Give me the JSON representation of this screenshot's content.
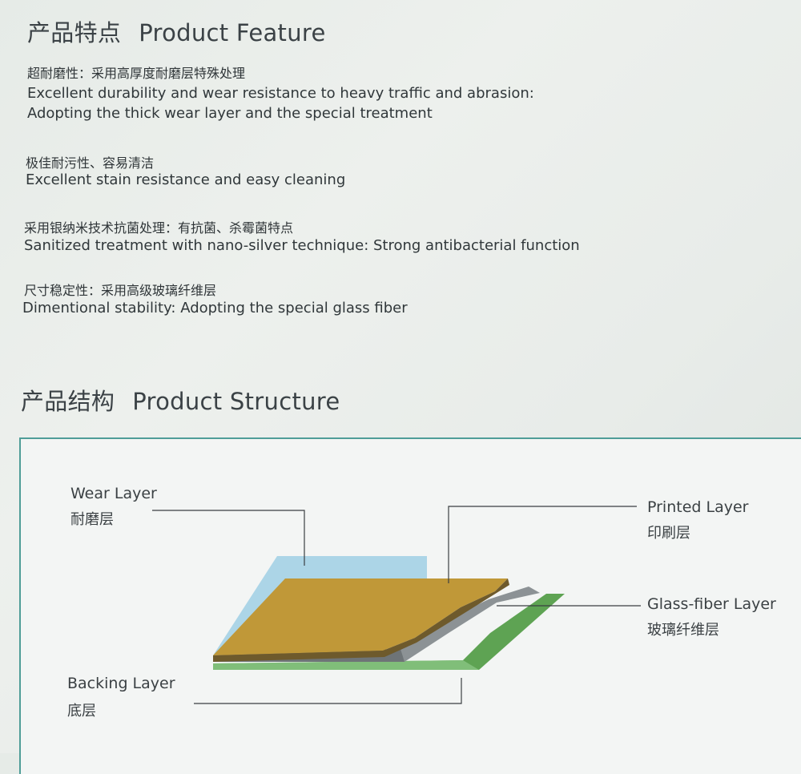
{
  "feature": {
    "title_zh": "产品特点",
    "title_en": "Product Feature",
    "items": [
      {
        "zh": "超耐磨性：采用高厚度耐磨层特殊处理",
        "en": [
          "Excellent durability and wear resistance to heavy traffic and abrasion:",
          "Adopting the thick wear layer and the special treatment"
        ]
      },
      {
        "zh": "极佳耐污性、容易清洁",
        "en": [
          "Excellent stain resistance and easy cleaning"
        ]
      },
      {
        "zh": "采用银纳米技术抗菌处理：有抗菌、杀霉菌特点",
        "en": [
          "Sanitized treatment with nano-silver technique: Strong antibacterial function"
        ]
      },
      {
        "zh": "尺寸稳定性：采用高级玻璃纤维层",
        "en": [
          "Dimentional stability: Adopting the special glass fiber"
        ]
      }
    ]
  },
  "structure": {
    "title_zh": "产品结构",
    "title_en": "Product Structure",
    "layers": {
      "wear": {
        "en": "Wear Layer",
        "zh": "耐磨层",
        "color": "#a8d3e6"
      },
      "printed": {
        "en": "Printed Layer",
        "zh": "印刷层",
        "color": "#c09838"
      },
      "glass": {
        "en": "Glass-fiber Layer",
        "zh": "玻璃纤维层",
        "color": "#8c9295"
      },
      "backing": {
        "en": "Backing Layer",
        "zh": "底层",
        "color": "#5ea353"
      }
    },
    "colors": {
      "panel_border": "#4f9d98",
      "leader_line": "#3a3f42"
    }
  }
}
